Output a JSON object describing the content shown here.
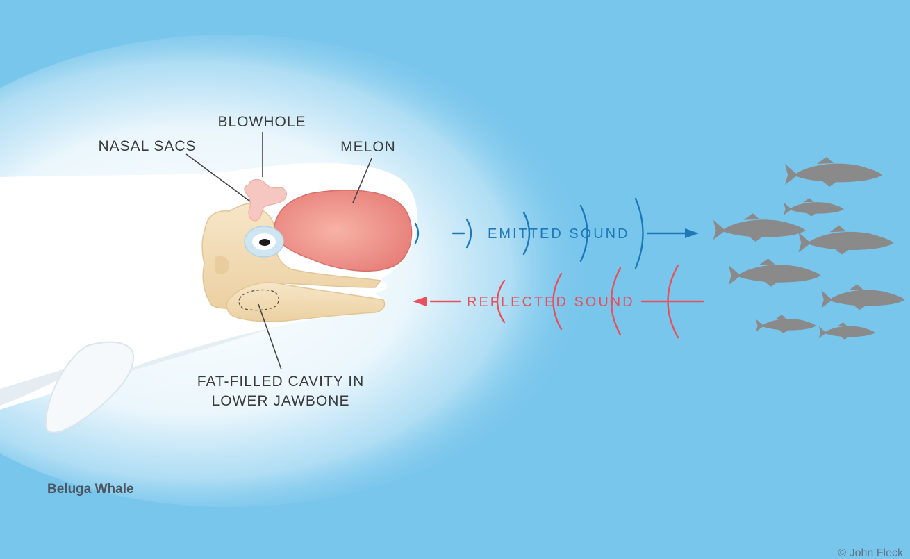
{
  "labels": {
    "blowhole": "BLOWHOLE",
    "nasal_sacs": "NASAL SACS",
    "melon": "MELON",
    "cavity_line1": "FAT-FILLED CAVITY IN",
    "cavity_line2": "LOWER JAWBONE",
    "emitted": "EMITTED SOUND",
    "reflected": "REFLECTED SOUND",
    "species": "Beluga Whale",
    "credit": "© John Fleck"
  },
  "colors": {
    "water": "#79c6ec",
    "glow": "#ffffff",
    "whale_body": "#ffffff",
    "skull": "#f0d7ad",
    "melon": "#ee8c84",
    "nasal_sacs": "#f6c7c1",
    "emitted_sound": "#1d79b8",
    "reflected_sound": "#e8505e",
    "fish": "#8a8a8a"
  },
  "icons": {
    "fish": "fish-icon",
    "arrow_right": "arrow-right-icon",
    "arrow_left": "arrow-left-icon"
  }
}
